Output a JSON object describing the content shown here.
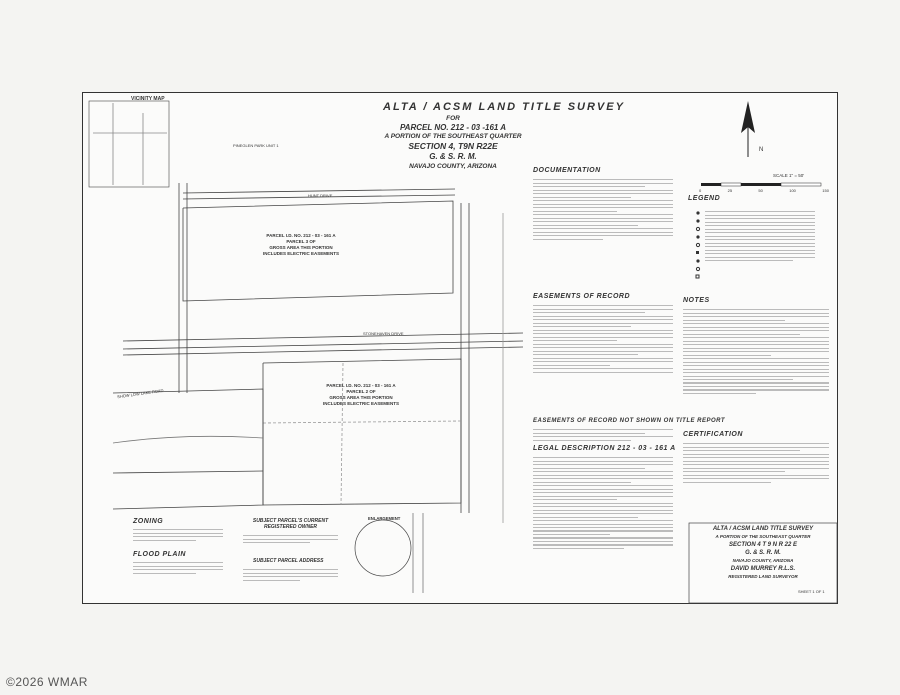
{
  "survey": {
    "title": "ALTA / ACSM LAND TITLE SURVEY",
    "for_label": "FOR",
    "parcel": "PARCEL NO. 212 - 03 -161 A",
    "portion": "A PORTION OF THE SOUTHEAST QUARTER",
    "section": "SECTION 4, T9N R22E",
    "meridian": "G. & S. R. M.",
    "county": "NAVAJO COUNTY, ARIZONA"
  },
  "vicinity_map": {
    "title": "VICINITY MAP"
  },
  "sections": {
    "documentation": "DOCUMENTATION",
    "easements_of_record": "EASEMENTS OF RECORD",
    "easements_not_shown": "EASEMENTS OF RECORD NOT SHOWN ON TITLE REPORT",
    "legal_description": "LEGAL DESCRIPTION    212 - 03 - 161 A",
    "notes": "NOTES",
    "legend": "LEGEND",
    "certification": "CERTIFICATION",
    "zoning": "ZONING",
    "flood_plain": "FLOOD PLAIN",
    "current_owner": "SUBJECT PARCEL'S CURRENT REGISTERED OWNER",
    "parcel_address": "SUBJECT PARCEL ADDRESS",
    "enlargement": "ENLARGEMENT"
  },
  "streets": {
    "hunt_drive": "HUNT DRIVE",
    "stonehaven_drive": "STONEHAVEN DRIVE",
    "show_low_lake_road": "SHOW LOW LAKE ROAD",
    "pinegeln_park": "PINEGLEN PARK UNIT 1"
  },
  "parcel_a": {
    "line1": "PARCEL I.D. NO. 212 - 03 - 161 A",
    "line2": "PARCEL 3 OF",
    "line3": "GROSS AREA THIS PORTION",
    "line4": "INCLUDES ELECTRIC EASEMENTS"
  },
  "parcel_b": {
    "line1": "PARCEL I.D. NO. 212 - 03 - 161 A",
    "line2": "PARCEL 2 OF",
    "line3": "GROSS AREA THIS PORTION",
    "line4": "INCLUDES ELECTRIC EASEMENTS"
  },
  "title_block": {
    "title": "ALTA / ACSM LAND TITLE SURVEY",
    "portion": "A PORTION OF THE SOUTHEAST QUARTER",
    "section": "SECTION 4  T 9 N  R 22 E",
    "meridian": "G. & S. R. M.",
    "county": "NAVAJO COUNTY, ARIZONA",
    "surveyor": "DAVID MURREY R.L.S.",
    "registered": "REGISTERED LAND SURVEYOR",
    "sheet": "SHEET 1 OF 1"
  },
  "scale": {
    "label": "SCALE 1\" = 50'",
    "ticks": [
      "0",
      "25",
      "50",
      "100",
      "150"
    ]
  },
  "north": {
    "label": "N"
  },
  "watermark": "©2026 WMAR"
}
